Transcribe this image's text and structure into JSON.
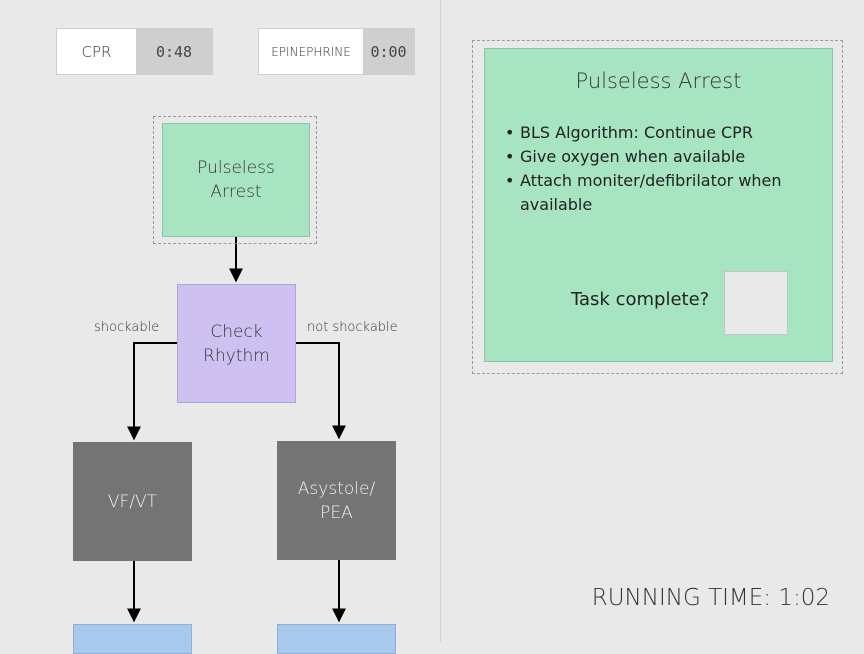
{
  "timers": {
    "cpr": {
      "label": "CPR",
      "value": "0:48"
    },
    "epinephrine": {
      "label": "EPINEPHRINE",
      "value": "0:00"
    }
  },
  "flowchart": {
    "nodes": {
      "pulseless_arrest": {
        "line1": "Pulseless",
        "line2": "Arrest"
      },
      "check_rhythm": {
        "line1": "Check",
        "line2": "Rhythm"
      },
      "vf_vt": "VF/VT",
      "asystole_pea": {
        "line1": "Asystole/",
        "line2": "PEA"
      }
    },
    "branch_labels": {
      "shockable": "shockable",
      "not_shockable": "not shockable"
    }
  },
  "detail_panel": {
    "title": "Pulseless Arrest",
    "items": [
      "BLS Algorithm: Continue CPR",
      "Give oxygen when available",
      "Attach moniter/defibrilator when available"
    ],
    "task_prompt": "Task complete?"
  },
  "running_time": "RUNNING TIME: 1:02",
  "colors": {
    "background": "#e9e9e9",
    "active_node": "#a7e4c2",
    "decision_node": "#cfc0f2",
    "pending_node": "#747474",
    "next_node": "#a9c9ec"
  }
}
